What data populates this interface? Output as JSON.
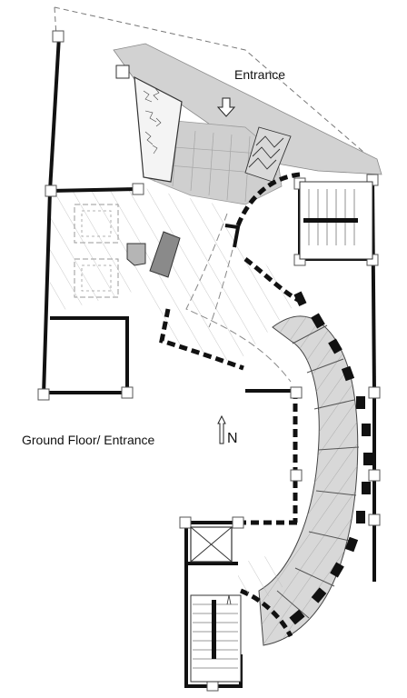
{
  "labels": {
    "entrance": "Entrance",
    "floor_title": "Ground Floor/ Entrance",
    "north": "N"
  },
  "colors": {
    "wall": "#111111",
    "hatch_fill": "#d2d2d2",
    "dark_fill": "#8a8a8a",
    "line": "#999999",
    "background": "#ffffff"
  }
}
